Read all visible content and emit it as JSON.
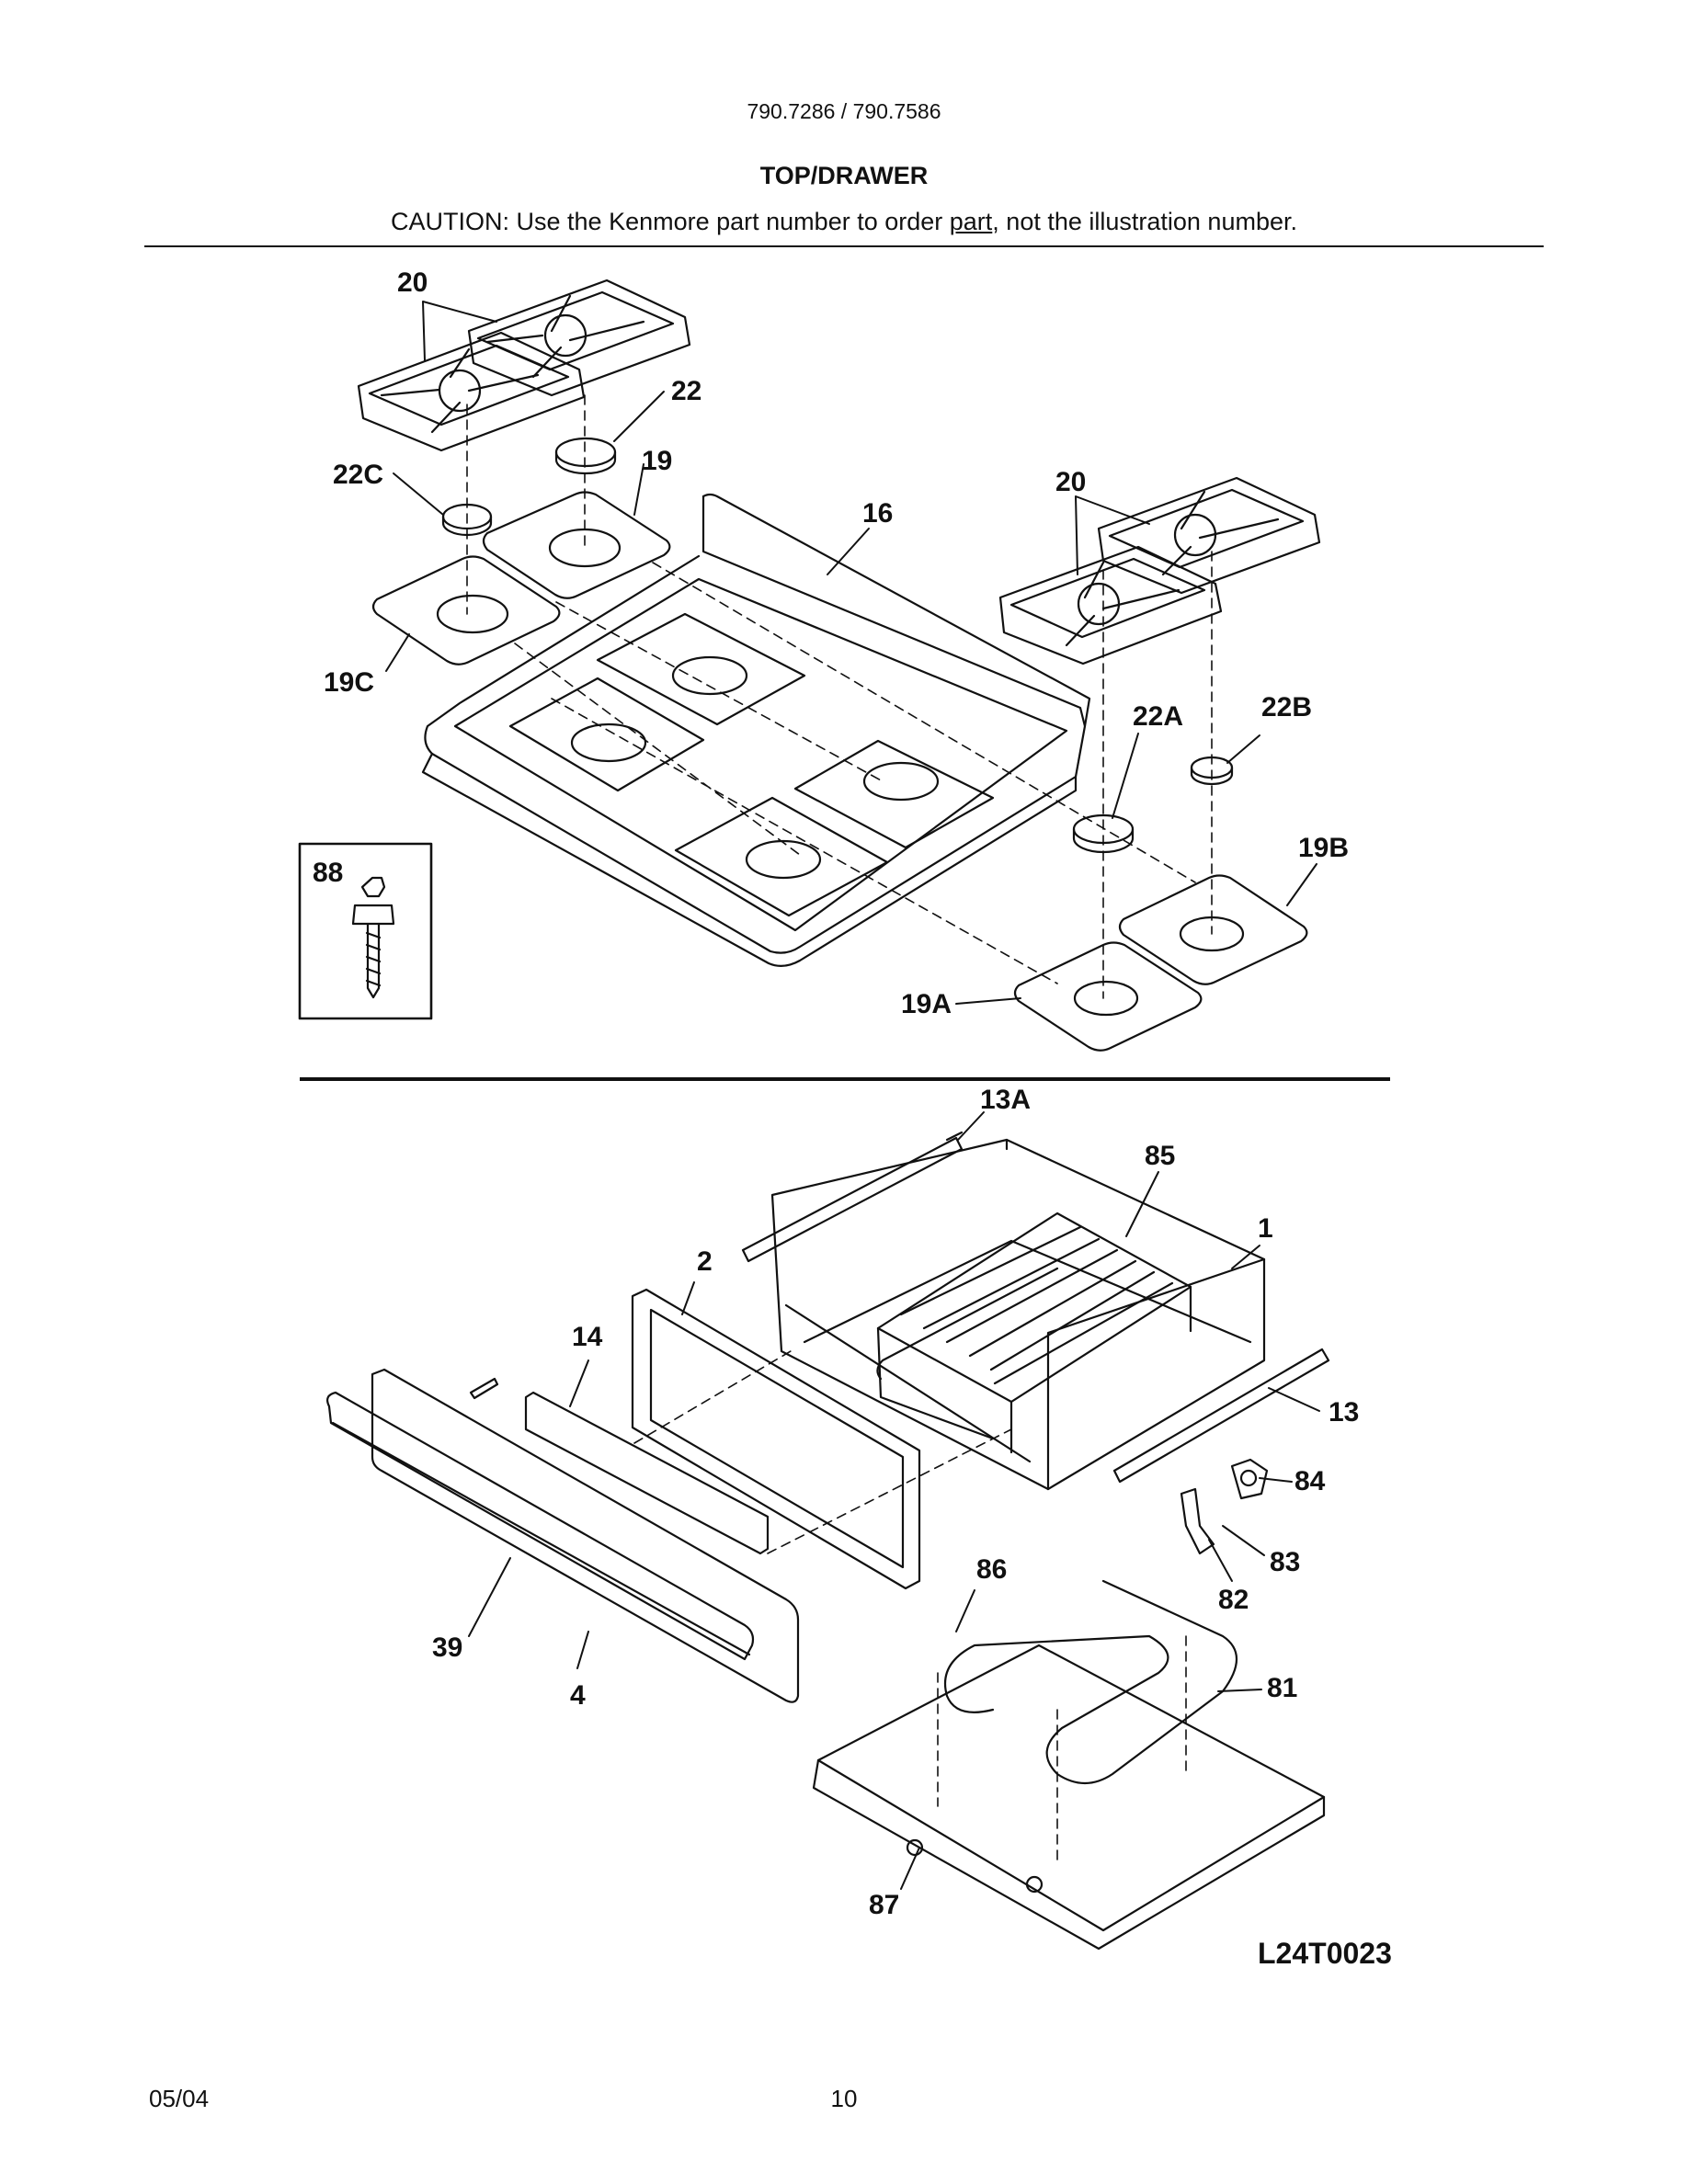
{
  "header": {
    "model": "790.7286 / 790.7586",
    "title": "TOP/DRAWER",
    "caution_before": "CAUTION: Use the Kenmore part number to order ",
    "caution_link": "part",
    "caution_after": ", not the illustration number."
  },
  "callouts": {
    "top": [
      "20",
      "22",
      "22C",
      "19",
      "16",
      "20",
      "19C",
      "22A",
      "22B",
      "88",
      "19B",
      "19A"
    ],
    "drawer": [
      "13A",
      "85",
      "1",
      "2",
      "14",
      "13",
      "84",
      "83",
      "86",
      "82",
      "39",
      "4",
      "81",
      "87"
    ]
  },
  "drawing_code": "L24T0023",
  "footer": {
    "date": "05/04",
    "page": "10"
  }
}
